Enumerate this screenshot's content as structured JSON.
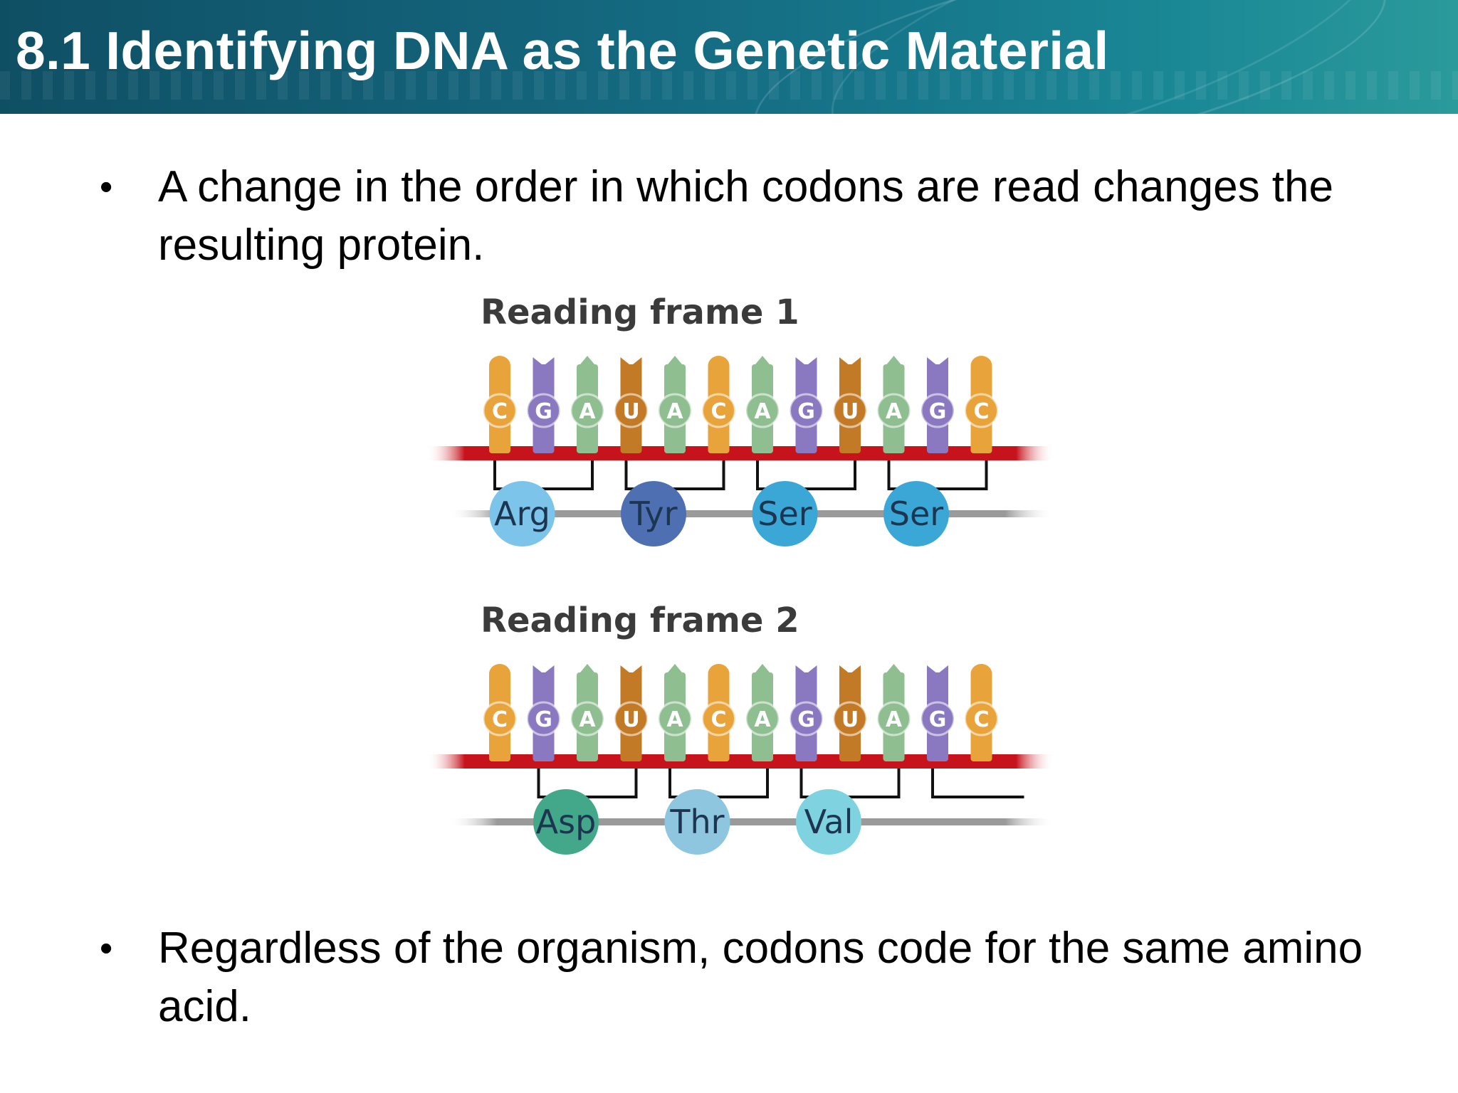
{
  "slide": {
    "title": "8.1 Identifying DNA as the Genetic Material"
  },
  "bullets": [
    {
      "symbol": "•",
      "text": "A change in the order in which codons are read changes the resulting protein."
    },
    {
      "symbol": "•",
      "text": "Regardless of the organism, codons code for the same amino acid."
    }
  ],
  "colors": {
    "header": "#13637a",
    "C": "#e8a43b",
    "G": "#8a78c0",
    "A": "#8fbf90",
    "U": "#c27a26",
    "backbone": "#c7131c",
    "chain": "#9a9a9a",
    "Arg": "#7cc4ea",
    "Tyr": "#4f6fb3",
    "Ser": "#3ba7d6",
    "Asp": "#43a88a",
    "Thr": "#8ec5df",
    "Val": "#7fd2df"
  },
  "diagram": {
    "frames": [
      {
        "label": "Reading frame 1",
        "bases": [
          "C",
          "G",
          "A",
          "U",
          "A",
          "C",
          "A",
          "G",
          "U",
          "A",
          "G",
          "C"
        ],
        "amino_acids": [
          "Arg",
          "Tyr",
          "Ser",
          "Ser"
        ]
      },
      {
        "label": "Reading frame 2",
        "bases": [
          "C",
          "G",
          "A",
          "U",
          "A",
          "C",
          "A",
          "G",
          "U",
          "A",
          "G",
          "C"
        ],
        "amino_acids": [
          "Asp",
          "Thr",
          "Val"
        ]
      }
    ]
  }
}
